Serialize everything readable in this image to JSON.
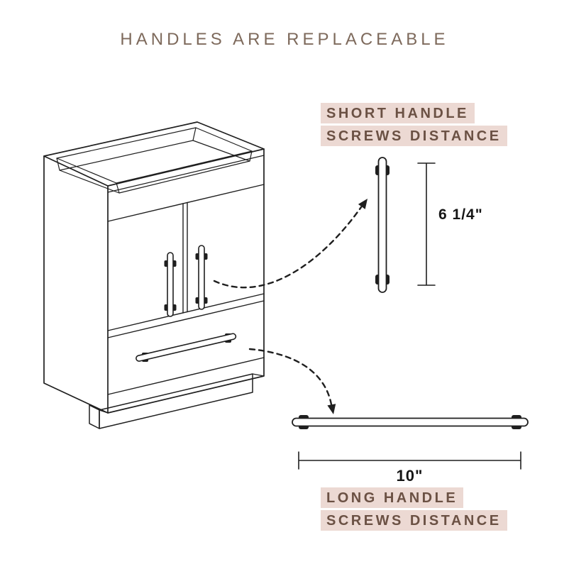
{
  "title": "HANDLES ARE REPLACEABLE",
  "short_handle": {
    "label_line1": "SHORT HANDLE",
    "label_line2": "SCREWS DISTANCE",
    "dimension": "6 1/4\""
  },
  "long_handle": {
    "label_line1": "LONG HANDLE",
    "label_line2": "SCREWS DISTANCE",
    "dimension": "10\""
  },
  "icons": {
    "short_handle_arrow": "dashed-curve-arrow",
    "long_handle_arrow": "dashed-curve-arrow"
  },
  "colors": {
    "line_ink": "#1f1f1f",
    "highlight_bg": "#ecd9d3",
    "label_text": "#6b5144",
    "title_text": "#7e6a5c",
    "dimension_text": "#161616"
  }
}
